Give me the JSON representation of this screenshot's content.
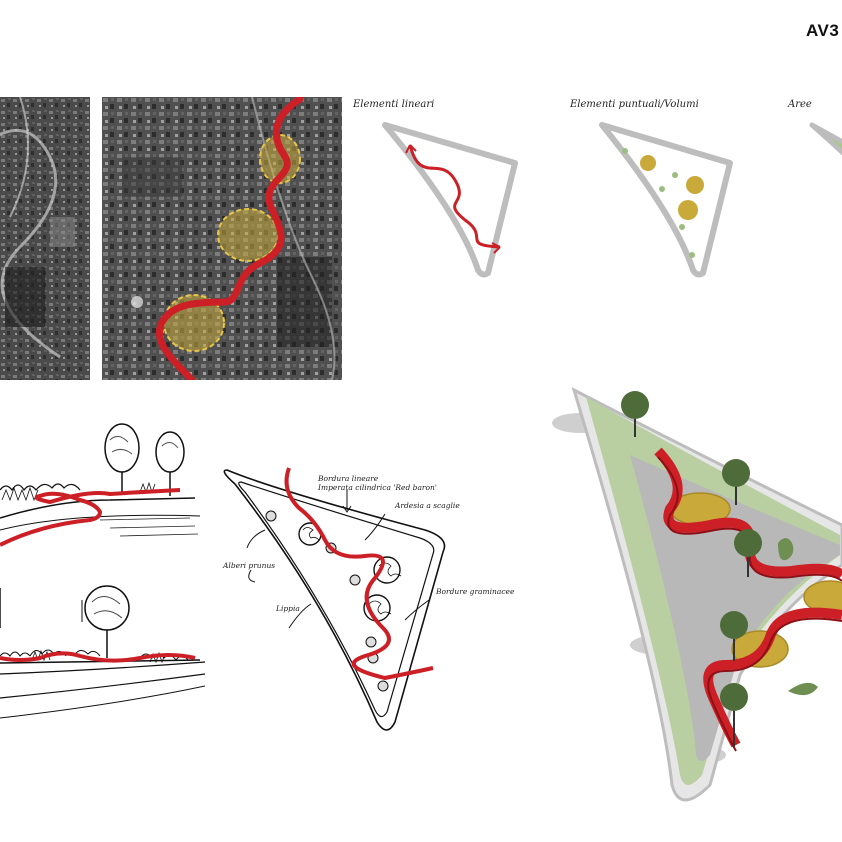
{
  "sheet": {
    "code": "AV3"
  },
  "categories": {
    "linear": "Elementi lineari",
    "point": "Elementi puntuali/Volumi",
    "areas": "Aree"
  },
  "annotations": {
    "border_line1": "Bordura lineare",
    "border_line2": "Imperata cilindrica 'Red baron'",
    "slate": "Ardesia a scaglie",
    "trees": "Alberi prunus",
    "grasses": "Bordure graminacee",
    "lippia": "Lippia"
  },
  "colors": {
    "accent_red": "#cc1f26",
    "ochre": "#c9a93a",
    "lawn_green": "#b9cfa2",
    "tree_green": "#4e6b3a",
    "paving_grey": "#b8b8b8"
  }
}
